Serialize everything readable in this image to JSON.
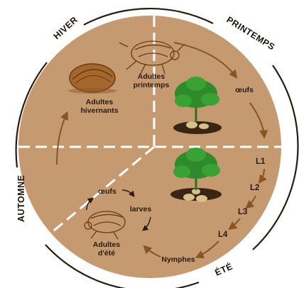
{
  "diagram": {
    "seasons": {
      "winter": "HIVER",
      "spring": "PRINTEMPS",
      "summer": "ÉTÉ",
      "autumn": "AUTOMNE"
    },
    "labels": {
      "adults_overwintering_1": "Adultes",
      "adults_overwintering_2": "hivernants",
      "adults_spring_1": "Adultes",
      "adults_spring_2": "printemps",
      "eggs_spring": "œufs",
      "l1": "L1",
      "l2": "L2",
      "l3": "L3",
      "l4": "L4",
      "nymphs": "Nymphes",
      "eggs_summer": "œufs",
      "larvae": "larves",
      "adults_summer_1": "Adultes",
      "adults_summer_2": "d'été"
    },
    "colors": {
      "disc": "#c59a71",
      "ring": "#2a1a10",
      "arrow": "#8a5420",
      "divider": "#ffffff",
      "leaf": "#2f8a2c",
      "soil": "#3a2414",
      "tuber": "#d8c08a"
    }
  }
}
